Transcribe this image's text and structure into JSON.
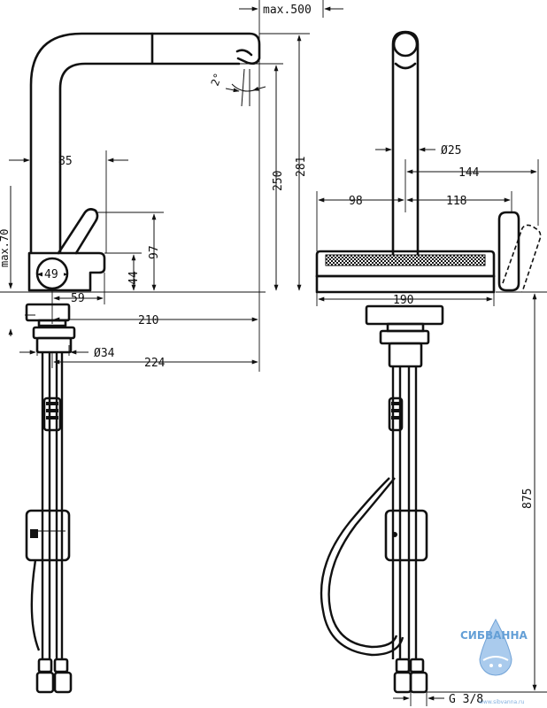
{
  "dimensions": {
    "max_500": "max.500",
    "deg_2": "2°",
    "d85": "85",
    "max_70": "max.70",
    "d250": "250",
    "d281": "281",
    "d97": "97",
    "d44": "44",
    "d49": "49",
    "d59": "59",
    "d210": "210",
    "dia34": "Ø34",
    "d224": "224",
    "dia25": "Ø25",
    "d144": "144",
    "d98": "98",
    "d118": "118",
    "d190": "190",
    "d875": "875",
    "g38": "G 3/8"
  },
  "logo": {
    "name": "СИБВАННА",
    "url": "www.sibvanna.ru"
  },
  "colors": {
    "ink": "#111111",
    "logo_blue": "#4a8fd0"
  }
}
